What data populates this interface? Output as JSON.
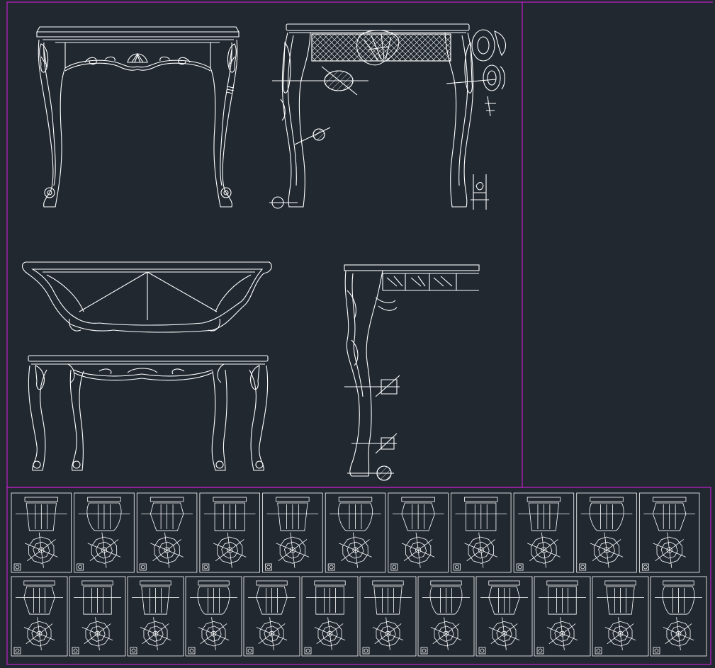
{
  "colors": {
    "background": "#212830",
    "line": "#ffffff",
    "frame": "#c01fc8"
  },
  "drawing": {
    "views": [
      {
        "id": "front-elevation",
        "label": ""
      },
      {
        "id": "side-elevation",
        "label": ""
      },
      {
        "id": "top-plan",
        "label": ""
      },
      {
        "id": "long-front-elevation",
        "label": ""
      },
      {
        "id": "leg-section",
        "label": ""
      }
    ],
    "detail_rows": [
      {
        "row": 1,
        "count": 11
      },
      {
        "row": 2,
        "count": 12
      }
    ]
  }
}
